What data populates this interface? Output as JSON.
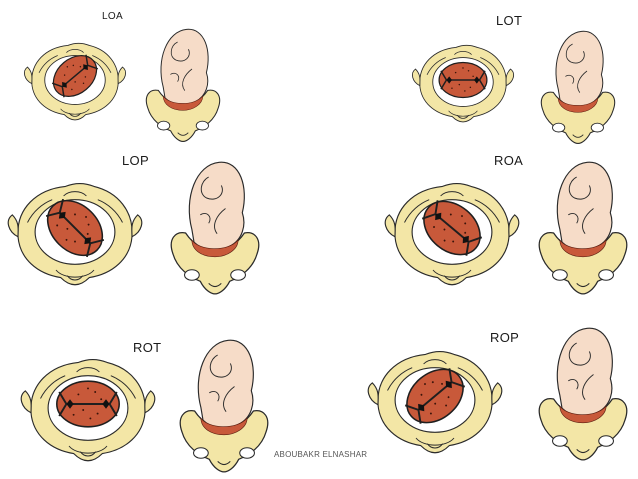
{
  "positions": [
    {
      "label": "LOA"
    },
    {
      "label": "LOT"
    },
    {
      "label": "LOP"
    },
    {
      "label": "ROA"
    },
    {
      "label": "ROT"
    },
    {
      "label": "ROP"
    }
  ],
  "watermark": "ABOUBAKR ELNASHAR",
  "colors": {
    "pelvis": "#f3e6a6",
    "fetal_head": "#c8593a",
    "fetal_skin": "#f6dcc8",
    "outline": "#2a2a2a",
    "background": "#ffffff"
  }
}
